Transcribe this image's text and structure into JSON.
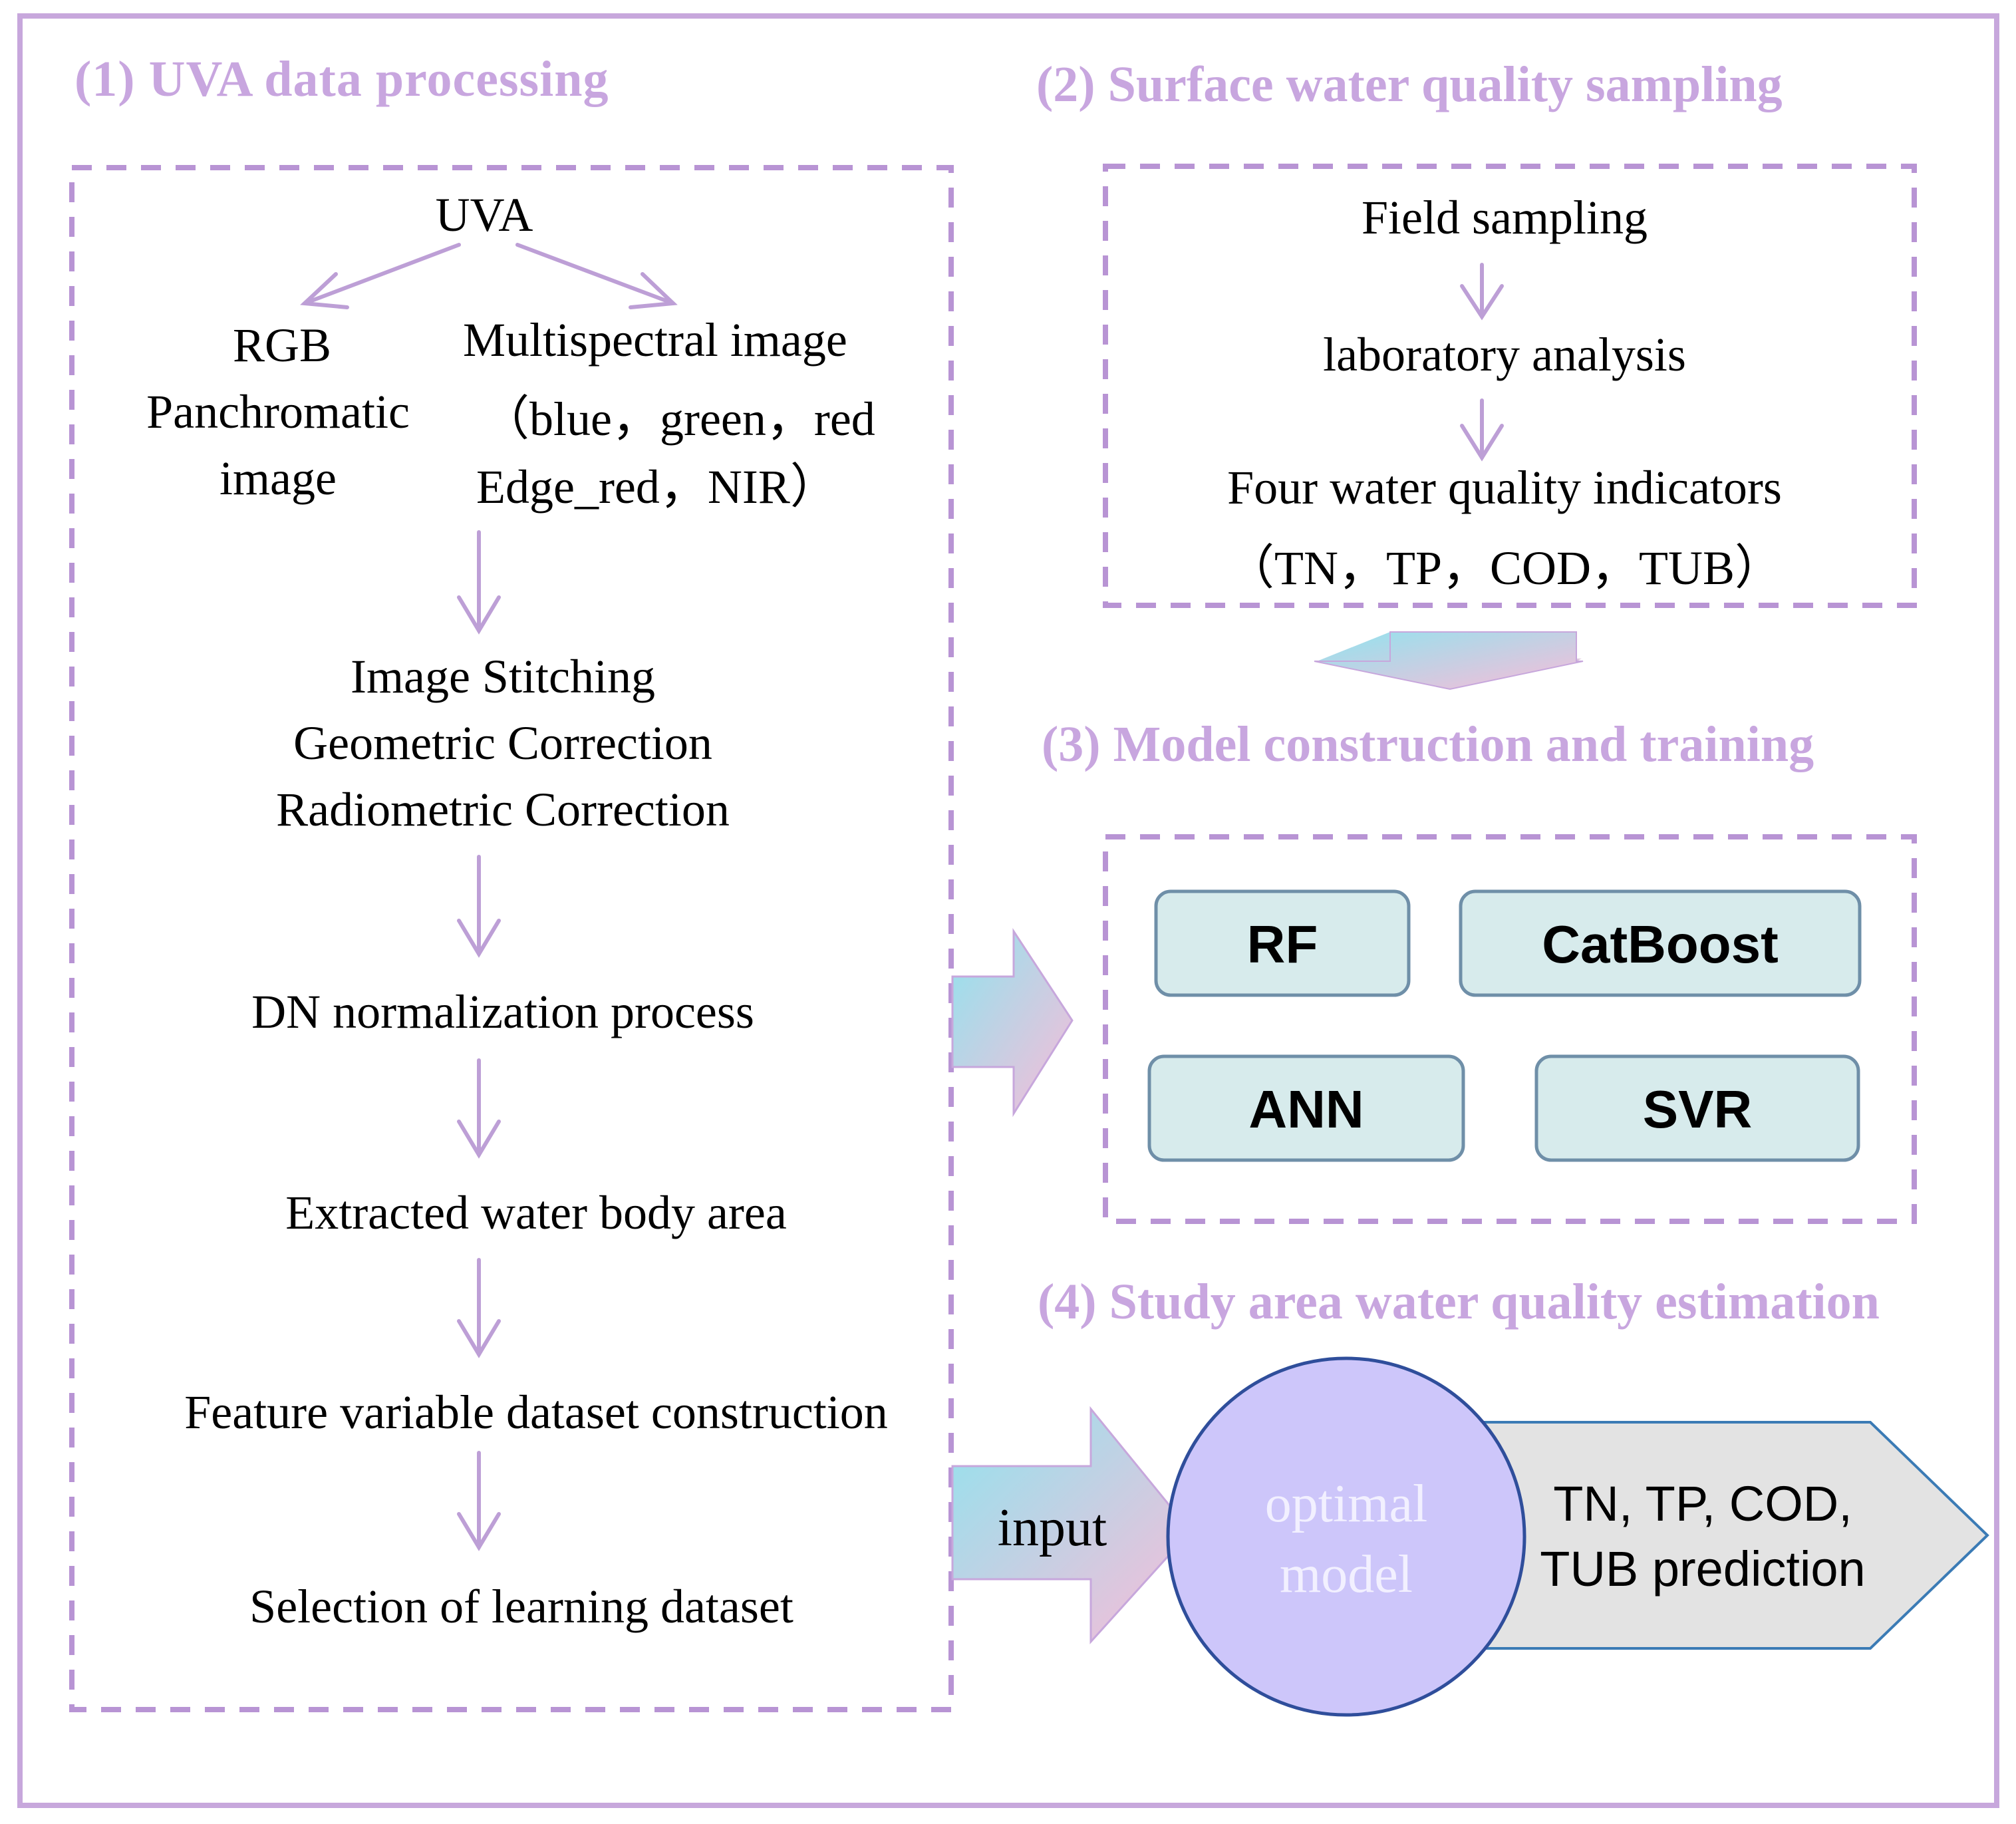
{
  "colors": {
    "frame": "#c7a7dc",
    "dashed": "#b894d4",
    "arrow": "#bd9fd6",
    "heading": "#c8a6df",
    "model_box_fill": "#d7ebec",
    "model_box_stroke": "#6f8fa8",
    "circle_fill": "#cdc6fa",
    "circle_stroke": "#2f4e9b",
    "pentagon_fill": "#e3e3e3",
    "pentagon_stroke": "#3b7bb5",
    "gradient_cyan": "#92e3ee",
    "gradient_pink": "#f8bcd8"
  },
  "section1": {
    "heading": "(1)  UVA data processing",
    "uva": "UVA",
    "rgb_lines": [
      "RGB",
      "Panchromatic",
      "image"
    ],
    "ms_lines": [
      "Multispectral image",
      "（blue，green，red",
      "Edge_red，NIR）"
    ],
    "preprocess_lines": [
      "Image Stitching",
      "Geometric Correction",
      "Radiometric Correction"
    ],
    "dn": "DN normalization process",
    "water": "Extracted water body area",
    "feature": "Feature variable dataset construction",
    "selection": "Selection of learning dataset"
  },
  "section2": {
    "heading": "(2)  Surface water quality sampling",
    "field": "Field sampling",
    "lab": "laboratory analysis",
    "indicators_line1": "Four water quality indicators",
    "indicators_line2": "（TN，TP，COD，TUB）"
  },
  "section3": {
    "heading": "(3)  Model construction and training",
    "models": [
      "RF",
      "CatBoost",
      "ANN",
      "SVR"
    ]
  },
  "section4": {
    "heading": "(4)  Study area water quality estimation",
    "input": "input",
    "optimal_line1": "optimal",
    "optimal_line2": "model",
    "prediction_line1": "TN, TP, COD,",
    "prediction_line2": "TUB prediction"
  }
}
